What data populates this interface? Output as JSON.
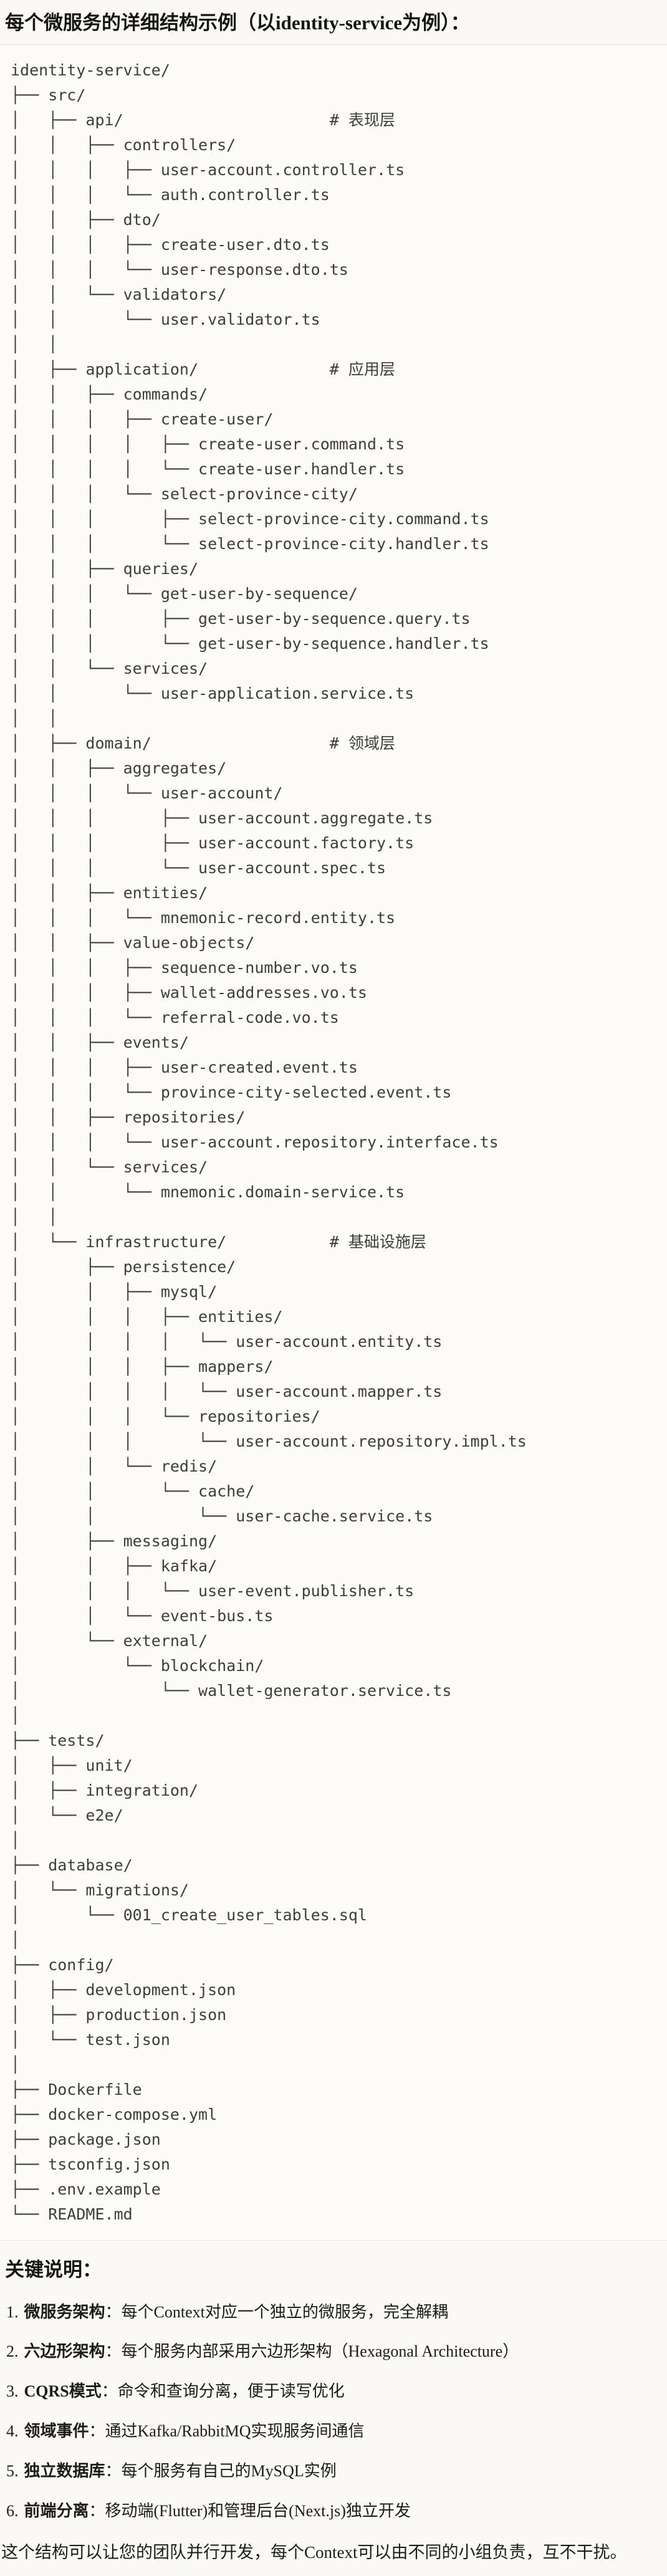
{
  "title": "每个微服务的详细结构示例（以identity-service为例）：",
  "tree": {
    "lines": [
      "identity-service/",
      "├── src/",
      "│   ├── api/                      # 表现层",
      "│   │   ├── controllers/",
      "│   │   │   ├── user-account.controller.ts",
      "│   │   │   └── auth.controller.ts",
      "│   │   ├── dto/",
      "│   │   │   ├── create-user.dto.ts",
      "│   │   │   └── user-response.dto.ts",
      "│   │   └── validators/",
      "│   │       └── user.validator.ts",
      "│   │",
      "│   ├── application/              # 应用层",
      "│   │   ├── commands/",
      "│   │   │   ├── create-user/",
      "│   │   │   │   ├── create-user.command.ts",
      "│   │   │   │   └── create-user.handler.ts",
      "│   │   │   └── select-province-city/",
      "│   │   │       ├── select-province-city.command.ts",
      "│   │   │       └── select-province-city.handler.ts",
      "│   │   ├── queries/",
      "│   │   │   └── get-user-by-sequence/",
      "│   │   │       ├── get-user-by-sequence.query.ts",
      "│   │   │       └── get-user-by-sequence.handler.ts",
      "│   │   └── services/",
      "│   │       └── user-application.service.ts",
      "│   │",
      "│   ├── domain/                   # 领域层",
      "│   │   ├── aggregates/",
      "│   │   │   └── user-account/",
      "│   │   │       ├── user-account.aggregate.ts",
      "│   │   │       ├── user-account.factory.ts",
      "│   │   │       └── user-account.spec.ts",
      "│   │   ├── entities/",
      "│   │   │   └── mnemonic-record.entity.ts",
      "│   │   ├── value-objects/",
      "│   │   │   ├── sequence-number.vo.ts",
      "│   │   │   ├── wallet-addresses.vo.ts",
      "│   │   │   └── referral-code.vo.ts",
      "│   │   ├── events/",
      "│   │   │   ├── user-created.event.ts",
      "│   │   │   └── province-city-selected.event.ts",
      "│   │   ├── repositories/",
      "│   │   │   └── user-account.repository.interface.ts",
      "│   │   └── services/",
      "│   │       └── mnemonic.domain-service.ts",
      "│   │",
      "│   └── infrastructure/           # 基础设施层",
      "│       ├── persistence/",
      "│       │   ├── mysql/",
      "│       │   │   ├── entities/",
      "│       │   │   │   └── user-account.entity.ts",
      "│       │   │   ├── mappers/",
      "│       │   │   │   └── user-account.mapper.ts",
      "│       │   │   └── repositories/",
      "│       │   │       └── user-account.repository.impl.ts",
      "│       │   └── redis/",
      "│       │       └── cache/",
      "│       │           └── user-cache.service.ts",
      "│       ├── messaging/",
      "│       │   ├── kafka/",
      "│       │   │   └── user-event.publisher.ts",
      "│       │   └── event-bus.ts",
      "│       └── external/",
      "│           └── blockchain/",
      "│               └── wallet-generator.service.ts",
      "│",
      "├── tests/",
      "│   ├── unit/",
      "│   ├── integration/",
      "│   └── e2e/",
      "│",
      "├── database/",
      "│   └── migrations/",
      "│       └── 001_create_user_tables.sql",
      "│",
      "├── config/",
      "│   ├── development.json",
      "│   ├── production.json",
      "│   └── test.json",
      "│",
      "├── Dockerfile",
      "├── docker-compose.yml",
      "├── package.json",
      "├── tsconfig.json",
      "├── .env.example",
      "└── README.md"
    ]
  },
  "notes": {
    "heading": "关键说明：",
    "items": [
      {
        "num": "1.",
        "term": "微服务架构",
        "rest": "：每个Context对应一个独立的微服务，完全解耦"
      },
      {
        "num": "2.",
        "term": "六边形架构",
        "rest": "：每个服务内部采用六边形架构（Hexagonal Architecture）"
      },
      {
        "num": "3.",
        "term": "CQRS模式",
        "rest": "：命令和查询分离，便于读写优化"
      },
      {
        "num": "4.",
        "term": "领域事件",
        "rest": "：通过Kafka/RabbitMQ实现服务间通信"
      },
      {
        "num": "5.",
        "term": "独立数据库",
        "rest": "：每个服务有自己的MySQL实例"
      },
      {
        "num": "6.",
        "term": "前端分离",
        "rest": "：移动端(Flutter)和管理后台(Next.js)独立开发"
      }
    ]
  },
  "summary": "这个结构可以让您的团队并行开发，每个Context可以由不同的小组负责，互不干扰。"
}
